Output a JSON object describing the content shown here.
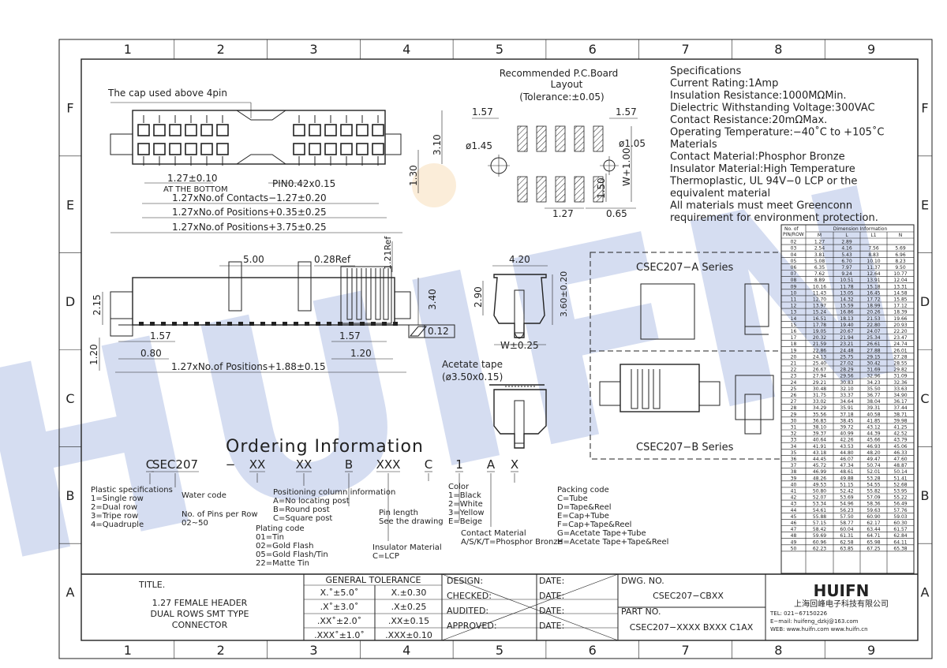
{
  "grid": {
    "columns": [
      "1",
      "2",
      "3",
      "4",
      "5",
      "6",
      "7",
      "8",
      "9"
    ],
    "rows": [
      "F",
      "E",
      "D",
      "C",
      "B",
      "A"
    ]
  },
  "top_view": {
    "cap_note": "The cap used above 4pin",
    "dim_pitch": "1.27±0.10",
    "dim_bottom": "AT THE BOTTOM",
    "dim_contacts": "1.27xNo.of Contacts−1.27±0.20",
    "dim_pos1": "1.27xNo.of Positions+0.35±0.25",
    "dim_pos2": "1.27xNo.of Positions+3.75±0.25",
    "dim_pin": "PIN0.42x0.15",
    "dim_310": "3.10",
    "dim_130": "1.30"
  },
  "pcb_layout": {
    "title1": "Recommended P.C.Board",
    "title2": "Layout",
    "tolerance": "(Tolerance:±0.05)",
    "d157a": "1.57",
    "d157b": "1.57",
    "d145": "ø1.45",
    "d105": "ø1.05",
    "d150": "1.50",
    "d127": "1.27",
    "d065": "0.65",
    "dw100": "W+1.00"
  },
  "specs": {
    "lines": [
      "Specifications",
      "Current Rating:1Amp",
      "Insulation Resistance:1000MΩMin.",
      "Dielectric Withstanding Voltage:300VAC",
      "Contact Resistance:20mΩMax.",
      "Operating Temperature:−40˚C to +105˚C",
      "Materials",
      "Contact Material:Phosphor Bronze",
      "Insulator Material:High Temperature",
      "Thermoplastic, UL 94V−0 LCP or the",
      "equivalent material",
      "All materials must meet Greenconn",
      "requirement for environment protection."
    ]
  },
  "side_view": {
    "d500": "5.00",
    "d028": "0.28Ref",
    "d121": "1.21Ref",
    "d215": "2.15",
    "d340": "3.40",
    "d012": "0.12",
    "d157a": "1.57",
    "d157b": "1.57",
    "d080": "0.80",
    "d120a": "1.20",
    "d120b": "1.20",
    "dim_pos": "1.27xNo.of Positions+1.88±0.15"
  },
  "end_view": {
    "d420": "4.20",
    "d290": "2.90",
    "d360": "3.60±0.20",
    "dw025": "W±0.25",
    "tape1": "Acetate tape",
    "tape2": "(ø3.50x0.15)"
  },
  "series": {
    "a": "CSEC207−A Series",
    "b": "CSEC207−B Series"
  },
  "ordering": {
    "title": "Ordering Information",
    "code": [
      "C",
      "SEC207",
      "−",
      "XX",
      "XX",
      "B",
      "XXX",
      "C",
      "1",
      "A",
      "X"
    ],
    "plastic": [
      "Plastic specifications",
      "1=Single row",
      "2=Dual row",
      "3=Tripe row",
      "4=Quadruple"
    ],
    "water": "Water code",
    "pins": [
      "No. of Pins per Row",
      "02~50"
    ],
    "plating": [
      "Plating code",
      "01=Tin",
      "02=Gold Flash",
      "05=Gold Flash/Tin",
      "22=Matte Tin"
    ],
    "positioning": [
      "Positioning column information",
      "A=No locating post",
      "B=Round post",
      "C=Square post"
    ],
    "pinlen": [
      "Pin length",
      "See the drawing"
    ],
    "insulator": [
      "Insulator Material",
      "C=LCP"
    ],
    "color": [
      "Color",
      "1=Black",
      "2=White",
      "3=Yellow",
      "E=Beige"
    ],
    "contact": [
      "Contact Material",
      "A/S/K/T=Phosphor Bronze"
    ],
    "packing": [
      "Packing code",
      "C=Tube",
      "D=Tape&Reel",
      "E=Cap+Tube",
      "F=Cap+Tape&Reel",
      "G=Acetate Tape+Tube",
      "H=Acetate Tape+Tape&Reel"
    ]
  },
  "dim_table": {
    "h1": "No. of",
    "h2": "PIN/ROW",
    "hdr": "Dimension Information",
    "cols": [
      "M",
      "L",
      "L1",
      "N"
    ],
    "rows": [
      [
        "02",
        "1.27",
        "2.89",
        "",
        ""
      ],
      [
        "03",
        "2.54",
        "4.16",
        "7.56",
        "5.69"
      ],
      [
        "04",
        "3.81",
        "5.43",
        "8.83",
        "6.96"
      ],
      [
        "05",
        "5.08",
        "6.70",
        "10.10",
        "8.23"
      ],
      [
        "06",
        "6.35",
        "7.97",
        "11.37",
        "9.50"
      ],
      [
        "07",
        "7.62",
        "9.24",
        "12.64",
        "10.77"
      ],
      [
        "08",
        "8.89",
        "10.51",
        "13.91",
        "12.04"
      ],
      [
        "09",
        "10.16",
        "11.78",
        "15.18",
        "13.31"
      ],
      [
        "10",
        "11.43",
        "13.05",
        "16.45",
        "14.58"
      ],
      [
        "11",
        "12.70",
        "14.32",
        "17.72",
        "15.85"
      ],
      [
        "12",
        "13.97",
        "15.59",
        "18.99",
        "17.12"
      ],
      [
        "13",
        "15.24",
        "16.86",
        "20.26",
        "18.39"
      ],
      [
        "14",
        "16.51",
        "18.13",
        "21.53",
        "19.66"
      ],
      [
        "15",
        "17.78",
        "19.40",
        "22.80",
        "20.93"
      ],
      [
        "16",
        "19.05",
        "20.67",
        "24.07",
        "22.20"
      ],
      [
        "17",
        "20.32",
        "21.94",
        "25.34",
        "23.47"
      ],
      [
        "18",
        "21.59",
        "23.21",
        "26.61",
        "24.74"
      ],
      [
        "19",
        "22.86",
        "24.48",
        "27.88",
        "26.01"
      ],
      [
        "20",
        "24.13",
        "25.75",
        "29.15",
        "27.28"
      ],
      [
        "21",
        "25.40",
        "27.02",
        "30.42",
        "28.55"
      ],
      [
        "22",
        "26.67",
        "28.29",
        "31.69",
        "29.82"
      ],
      [
        "23",
        "27.94",
        "29.56",
        "32.96",
        "31.09"
      ],
      [
        "24",
        "29.21",
        "30.83",
        "34.23",
        "32.36"
      ],
      [
        "25",
        "30.48",
        "32.10",
        "35.50",
        "33.63"
      ],
      [
        "26",
        "31.75",
        "33.37",
        "36.77",
        "34.90"
      ],
      [
        "27",
        "33.02",
        "34.64",
        "38.04",
        "36.17"
      ],
      [
        "28",
        "34.29",
        "35.91",
        "39.31",
        "37.44"
      ],
      [
        "29",
        "35.56",
        "37.18",
        "40.58",
        "38.71"
      ],
      [
        "30",
        "36.83",
        "38.45",
        "41.85",
        "39.98"
      ],
      [
        "31",
        "38.10",
        "39.72",
        "43.12",
        "41.25"
      ],
      [
        "32",
        "39.37",
        "40.99",
        "44.39",
        "42.52"
      ],
      [
        "33",
        "40.64",
        "42.26",
        "45.66",
        "43.79"
      ],
      [
        "34",
        "41.91",
        "43.53",
        "46.93",
        "45.06"
      ],
      [
        "35",
        "43.18",
        "44.80",
        "48.20",
        "46.33"
      ],
      [
        "36",
        "44.45",
        "46.07",
        "49.47",
        "47.60"
      ],
      [
        "37",
        "45.72",
        "47.34",
        "50.74",
        "48.87"
      ],
      [
        "38",
        "46.99",
        "48.61",
        "52.01",
        "50.14"
      ],
      [
        "39",
        "48.26",
        "49.88",
        "53.28",
        "51.41"
      ],
      [
        "40",
        "49.53",
        "51.15",
        "54.55",
        "52.68"
      ],
      [
        "41",
        "50.80",
        "52.42",
        "55.82",
        "53.95"
      ],
      [
        "42",
        "52.07",
        "53.69",
        "57.09",
        "55.22"
      ],
      [
        "43",
        "53.34",
        "54.96",
        "58.36",
        "56.49"
      ],
      [
        "44",
        "54.61",
        "56.23",
        "59.63",
        "57.76"
      ],
      [
        "45",
        "55.88",
        "57.50",
        "60.90",
        "59.03"
      ],
      [
        "46",
        "57.15",
        "58.77",
        "62.17",
        "60.30"
      ],
      [
        "47",
        "58.42",
        "60.04",
        "63.44",
        "61.57"
      ],
      [
        "48",
        "59.69",
        "61.31",
        "64.71",
        "62.84"
      ],
      [
        "49",
        "60.96",
        "62.58",
        "65.98",
        "64.11"
      ],
      [
        "50",
        "62.23",
        "63.85",
        "67.25",
        "65.38"
      ]
    ]
  },
  "title_block": {
    "title_label": "TITLE.",
    "title_lines": [
      "1.27 FEMALE HEADER",
      "DUAL ROWS SMT TYPE",
      "CONNECTOR"
    ],
    "gt_header": "GENERAL TOLERANCE",
    "gt": [
      [
        "X.˚±5.0˚",
        "X.±0.30"
      ],
      [
        ".X˚±3.0˚",
        ".X±0.25"
      ],
      [
        ".XX˚±2.0˚",
        ".XX±0.15"
      ],
      [
        ".XXX˚±1.0˚",
        ".XXX±0.10"
      ]
    ],
    "roles": [
      "DESIGN:",
      "CHECKED:",
      "AUDITED:",
      "APPROVED:"
    ],
    "date_label": "DATE:",
    "dwg_label": "DWG. NO.",
    "dwg_no": "CSEC207−CBXX",
    "part_label": "PART NO.",
    "part_no": "CSEC207−XXXX BXXX C1AX",
    "logo": "HUIFN",
    "company": "上海回峰电子科技有限公司",
    "tel": "TEL: 021−67150226",
    "email": "E−mail: huifeng_dzkj@163.com",
    "web": "WEB: www.huifn.com  www.huifn.cn"
  },
  "watermark": "HUIFN",
  "colors": {
    "line": "#222222",
    "watermark": "#b3c2e6",
    "accent": "#f4c98a"
  }
}
